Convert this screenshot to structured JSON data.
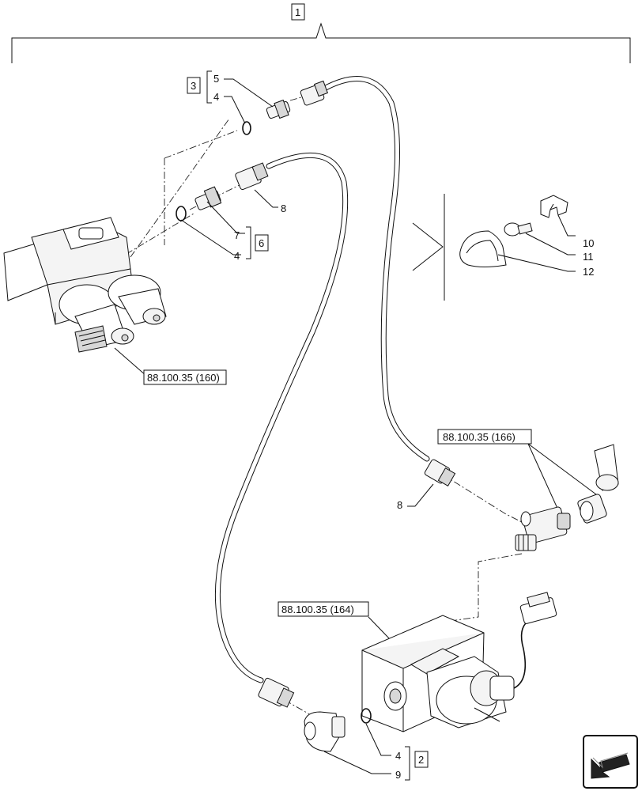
{
  "callouts": {
    "c1": "1",
    "c2": "2",
    "c3": "3",
    "c4a": "4",
    "c4b": "4",
    "c4c": "4",
    "c5": "5",
    "c6": "6",
    "c7": "7",
    "c8a": "8",
    "c8b": "8",
    "c9": "9",
    "c10": "10",
    "c11": "11",
    "c12": "12"
  },
  "references": {
    "ref160": "88.100.35 (160)",
    "ref166": "88.100.35 (166)",
    "ref164": "88.100.35 (164)"
  },
  "icons": {
    "nav": "arrow-nav-icon"
  }
}
